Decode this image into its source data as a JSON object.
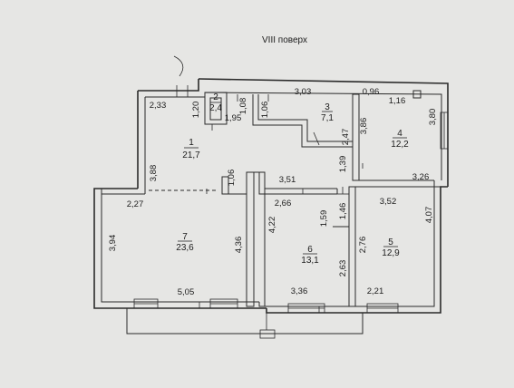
{
  "title": "VIII поверх",
  "rooms": [
    {
      "id": "1",
      "number": "1",
      "area": "21,7"
    },
    {
      "id": "2",
      "number": "2",
      "area": "2,4"
    },
    {
      "id": "3",
      "number": "3",
      "area": "7,1"
    },
    {
      "id": "4",
      "number": "4",
      "area": "12,2"
    },
    {
      "id": "5",
      "number": "5",
      "area": "12,9"
    },
    {
      "id": "6",
      "number": "6",
      "area": "13,1"
    },
    {
      "id": "7",
      "number": "7",
      "area": "23,6"
    }
  ],
  "dimensions": {
    "d_2_33": "2,33",
    "d_1_20": "1,20",
    "d_1_95": "1,95",
    "d_1_08": "1,08",
    "d_1_06a": "1,06",
    "d_3_03": "3,03",
    "d_0_96": "0,96",
    "d_1_16": "1,16",
    "d_3_80": "3,80",
    "d_3_86": "3,86",
    "d_2_47": "2,47",
    "d_3_26": "3,26",
    "d_1_39": "1,39",
    "d_3_51": "3,51",
    "d_3_88": "3,88",
    "d_1_06b": "1,06",
    "d_2_27": "2,27",
    "d_3_94": "3,94",
    "d_4_36": "4,36",
    "d_5_05": "5,05",
    "d_2_66": "2,66",
    "d_1_59": "1,59",
    "d_4_22": "4,22",
    "d_2_63": "2,63",
    "d_3_36": "3,36",
    "d_1_46": "1,46",
    "d_3_52": "3,52",
    "d_4_07": "4,07",
    "d_2_76": "2,76",
    "d_2_21": "2,21"
  }
}
